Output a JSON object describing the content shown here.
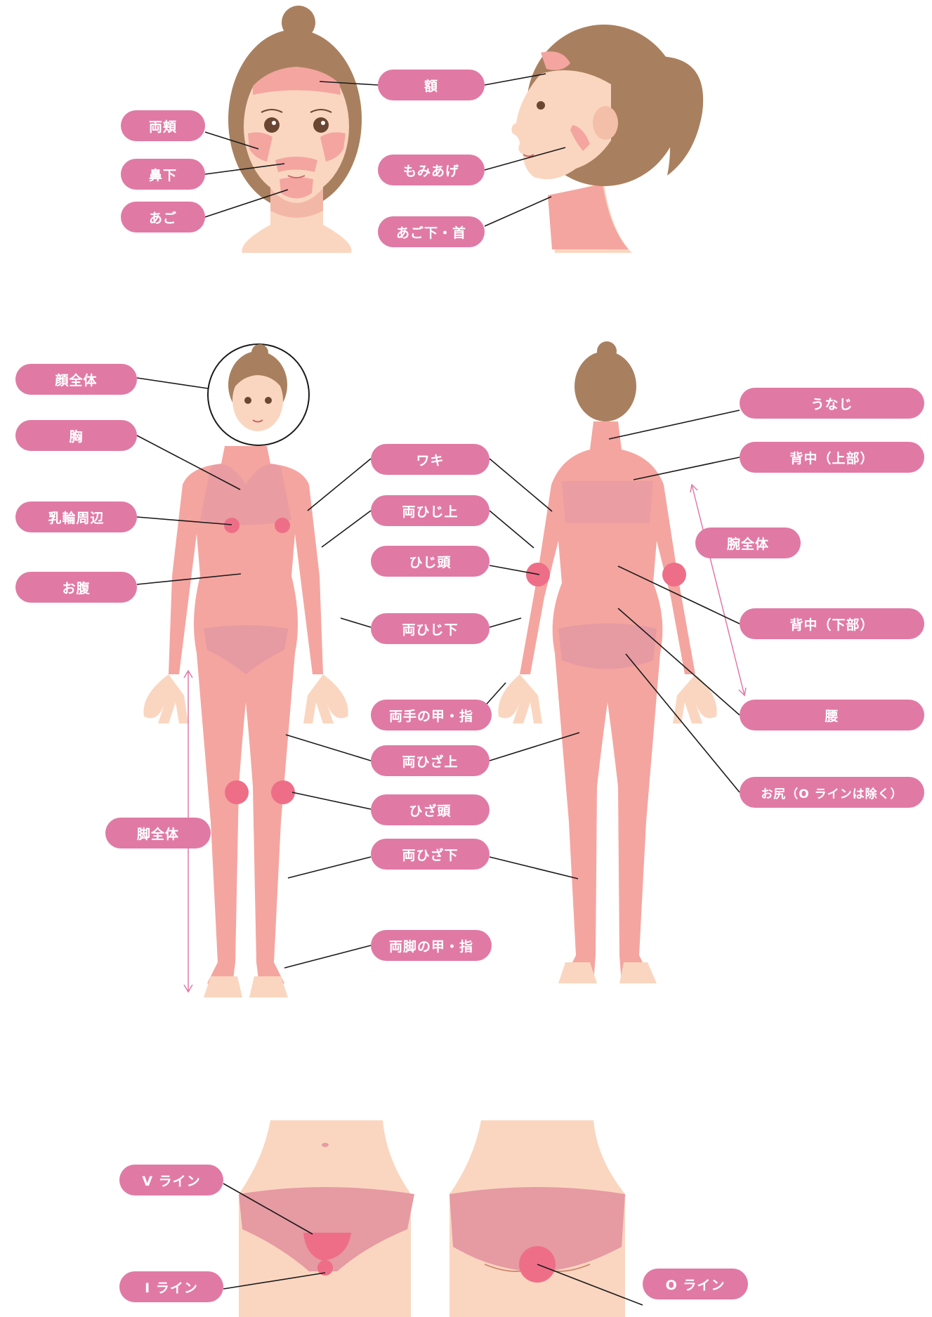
{
  "colors": {
    "skin": "#fad6c0",
    "treated_area": "#f4a5a0",
    "deep_spot": "#ee6e88",
    "underwear": "#e69aa2",
    "hair": "#a9805f",
    "label_pill": "#e07aa5",
    "label_text": "#ffffff",
    "leader_line": "#1a1a1a"
  },
  "icons": [
    "face-front-figure",
    "face-profile-figure",
    "body-front-figure",
    "body-back-figure",
    "pelvis-front-figure",
    "pelvis-back-figure"
  ],
  "face_labels": {
    "forehead": "額",
    "cheeks": "両頬",
    "under_nose": "鼻下",
    "chin": "あご",
    "sideburns": "もみあげ",
    "under_chin_neck": "あご下・首"
  },
  "body_labels": {
    "whole_face": "顔全体",
    "chest": "胸",
    "areola": "乳輪周辺",
    "abdomen": "お腹",
    "underarm": "ワキ",
    "upper_arms": "両ひじ上",
    "elbows": "ひじ頭",
    "forearms": "両ひじ下",
    "hands_fingers": "両手の甲・指",
    "thighs": "両ひざ上",
    "knees": "ひざ頭",
    "lower_legs": "両ひざ下",
    "feet_toes": "両脚の甲・指",
    "whole_legs": "脚全体",
    "nape": "うなじ",
    "upper_back": "背中（上部）",
    "whole_arms": "腕全体",
    "lower_back_upper": "背中（下部）",
    "waist": "腰",
    "buttocks": "お尻（O ラインは除く）"
  },
  "vio_labels": {
    "v_line": "V ライン",
    "i_line": "I ライン",
    "o_line": "O ライン"
  }
}
